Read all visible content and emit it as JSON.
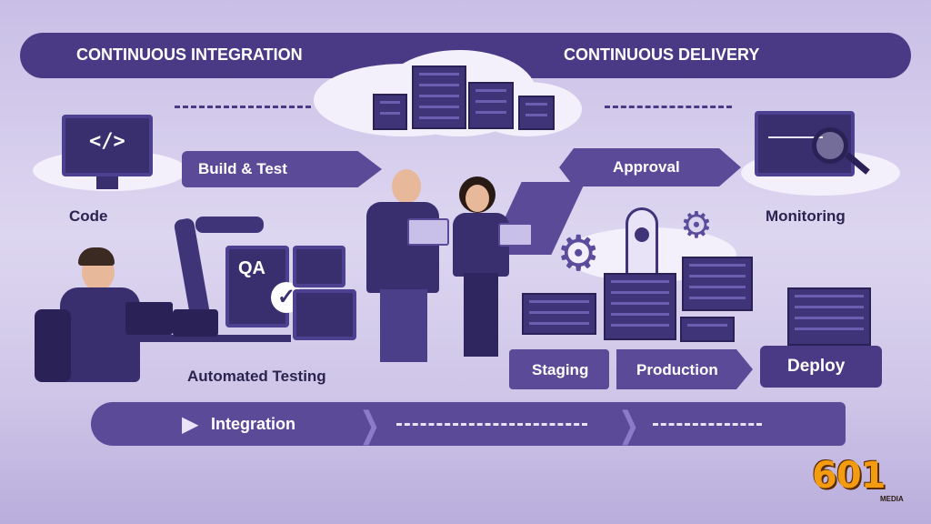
{
  "header": {
    "ci_title": "CONTINUOUS INTEGRATION",
    "cd_title": "CONTINUOUS DELIVERY"
  },
  "stages": {
    "code": "Code",
    "build_test": "Build & Test",
    "approval": "Approval",
    "monitoring": "Monitoring",
    "automated_testing": "Automated Testing",
    "staging": "Staging",
    "production": "Production",
    "deploy": "Deploy",
    "integration": "Integration"
  },
  "screens": {
    "code_symbol": "</>",
    "qa_label": "QA"
  },
  "logo": {
    "number": "601",
    "sub": "MEDIA"
  },
  "colors": {
    "primary": "#4a3a86",
    "accent": "#5a4a98",
    "background": "#ddd6f0",
    "logo": "#f39c12"
  },
  "icons": [
    "cloud-icon",
    "server-icon",
    "monitor-icon",
    "code-icon",
    "magnifier-icon",
    "robot-arm-icon",
    "gear-icon",
    "rocket-icon",
    "checkmark-icon",
    "arrow-icon"
  ]
}
